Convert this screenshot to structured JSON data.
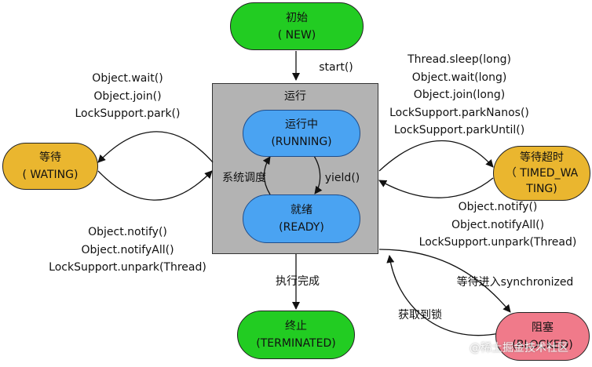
{
  "states": {
    "new": {
      "line1": "初始",
      "line2": "( NEW)"
    },
    "running_container": {
      "title": "运行"
    },
    "running": {
      "line1": "运行中",
      "line2": "(RUNNING)"
    },
    "ready": {
      "line1": "就绪",
      "line2": "(READY)"
    },
    "waiting": {
      "line1": "等待",
      "line2": "( WATING)"
    },
    "timed_waiting": {
      "line1": "等待超时",
      "line2": "（ TIMED_WA",
      "line3": "TING)"
    },
    "terminated": {
      "line1": "终止",
      "line2": "(TERMINATED)"
    },
    "blocked": {
      "line1": "阻塞",
      "line2": "(BLOCKED)"
    }
  },
  "transitions": {
    "start": "start()",
    "system_schedule": "系统调度",
    "yield": "yield()",
    "execution_complete": "执行完成",
    "waiting_enter": [
      "Object.wait()",
      "Object.join()",
      "LockSupport.park()"
    ],
    "waiting_exit": [
      "Object.notify()",
      "Object.notifyAll()",
      "LockSupport.unpark(Thread)"
    ],
    "timed_enter": [
      "Thread.sleep(long)",
      "Object.wait(long)",
      "Object.join(long)",
      "LockSupport.parkNanos()",
      "LockSupport.parkUntil()"
    ],
    "timed_exit": [
      "Object.notify()",
      "Object.notifyAll()",
      "LockSupport.unpark(Thread)"
    ],
    "wait_synchronized": "等待进入synchronized",
    "acquire_lock": "获取到锁"
  },
  "watermark": "@稀土掘金技术社区",
  "colors": {
    "new_terminated": "#22cc22",
    "running_ready": "#4aa3f2",
    "waiting": "#eab62f",
    "blocked": "#f07a8a",
    "container": "#b3b3b3"
  }
}
